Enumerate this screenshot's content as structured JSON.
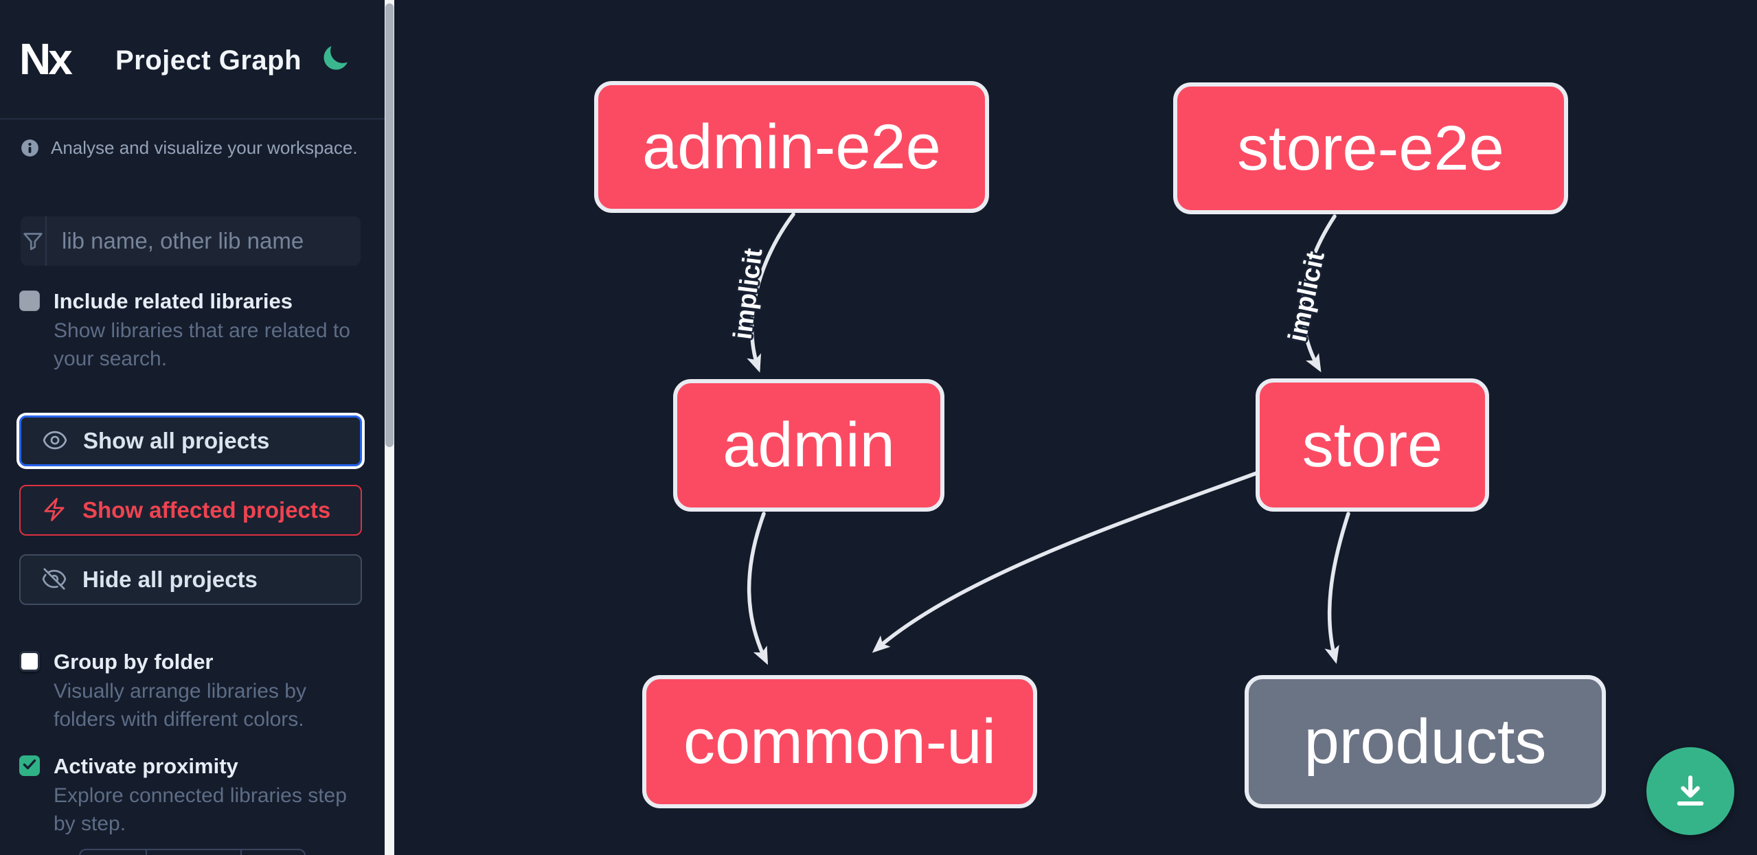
{
  "app": {
    "logo_text": "Nx",
    "title": "Project Graph"
  },
  "sidebar": {
    "tagline": "Analyse and visualize your workspace.",
    "search": {
      "placeholder": "lib name, other lib name",
      "value": ""
    },
    "include_related": {
      "label": "Include related libraries",
      "description": "Show libraries that are related to your search.",
      "checked": false
    },
    "actions": [
      {
        "label": "Show all projects",
        "icon": "eye-icon",
        "state": "focused"
      },
      {
        "label": "Show affected projects",
        "icon": "bolt-icon",
        "state": "affected"
      },
      {
        "label": "Hide all projects",
        "icon": "eye-slash-icon",
        "state": "default"
      }
    ],
    "group_by_folder": {
      "label": "Group by folder",
      "description": "Visually arrange libraries by folders with different colors.",
      "checked": false
    },
    "activate_proximity": {
      "label": "Activate proximity",
      "description": "Explore connected libraries step by step.",
      "checked": true
    }
  },
  "graph": {
    "nodes": [
      {
        "id": "admin-e2e",
        "label": "admin-e2e",
        "type": "affected"
      },
      {
        "id": "store-e2e",
        "label": "store-e2e",
        "type": "affected"
      },
      {
        "id": "admin",
        "label": "admin",
        "type": "affected"
      },
      {
        "id": "store",
        "label": "store",
        "type": "affected"
      },
      {
        "id": "common-ui",
        "label": "common-ui",
        "type": "affected"
      },
      {
        "id": "products",
        "label": "products",
        "type": "normal"
      }
    ],
    "edges": [
      {
        "from": "admin-e2e",
        "to": "admin",
        "label": "implicit"
      },
      {
        "from": "store-e2e",
        "to": "store",
        "label": "implicit"
      },
      {
        "from": "admin",
        "to": "common-ui",
        "label": ""
      },
      {
        "from": "store",
        "to": "common-ui",
        "label": ""
      },
      {
        "from": "store",
        "to": "products",
        "label": ""
      }
    ]
  },
  "fab": {
    "icon": "download-icon"
  },
  "colors": {
    "affected_node": "#fb4b63",
    "normal_node": "#6b7485",
    "edge": "#e5e9ef",
    "accent_green": "#35b48a",
    "focus_blue": "#2563eb",
    "danger_red": "#ef4350",
    "background": "#141b2a"
  }
}
